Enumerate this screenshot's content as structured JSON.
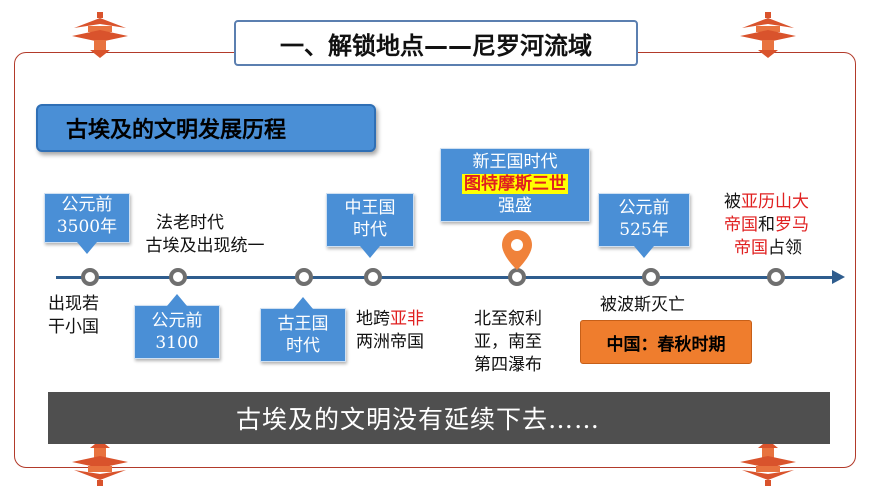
{
  "slide": {
    "title": "一、解锁地点——尼罗河流域",
    "subtitle": "古埃及的文明发展历程",
    "colors": {
      "frame_border": "#b23a2a",
      "callout_blue": "#4a8fd6",
      "timeline": "#2f5d8e",
      "highlight_yellow": "#ffff00",
      "highlight_red": "#e02020",
      "china_box": "#ef7d2d",
      "bottom_bar": "#4f4f4f",
      "ornament": "#d9532c"
    }
  },
  "timeline": {
    "events": [
      {
        "above_callout": [
          "公元前",
          "3500年"
        ],
        "below_text": [
          "出现若",
          "干小国"
        ]
      },
      {
        "above_text": [
          "法老时代",
          "古埃及出现统一"
        ],
        "below_callout": [
          "公元前",
          "3100"
        ]
      },
      {
        "below_callout": [
          "古王国",
          "时代"
        ]
      },
      {
        "above_callout": [
          "中王国",
          "时代"
        ],
        "below_text_line1_pre": "地跨",
        "below_text_line1_red": "亚非",
        "below_text_line2": "两洲帝国"
      },
      {
        "above_callout_line1": "新王国时代",
        "above_callout_highlight": "图特摩斯三世",
        "above_callout_line3": "强盛",
        "marker_icon": "location-pin-icon",
        "below_text": [
          "北至叙利",
          "亚，南至",
          "第四瀑布"
        ]
      },
      {
        "above_callout": [
          "公元前",
          "525年"
        ],
        "below_text": "被波斯灭亡",
        "china_note": "中国：春秋时期"
      },
      {
        "above_text_1_pre": "被",
        "above_text_1_red": "亚历山大",
        "above_text_2_red_a": "帝国",
        "above_text_2_mid": "和",
        "above_text_2_red_b": "罗马",
        "above_text_3_red": "帝国",
        "above_text_3_post": "占领"
      }
    ]
  },
  "footer": {
    "text": "古埃及的文明没有延续下去……"
  }
}
